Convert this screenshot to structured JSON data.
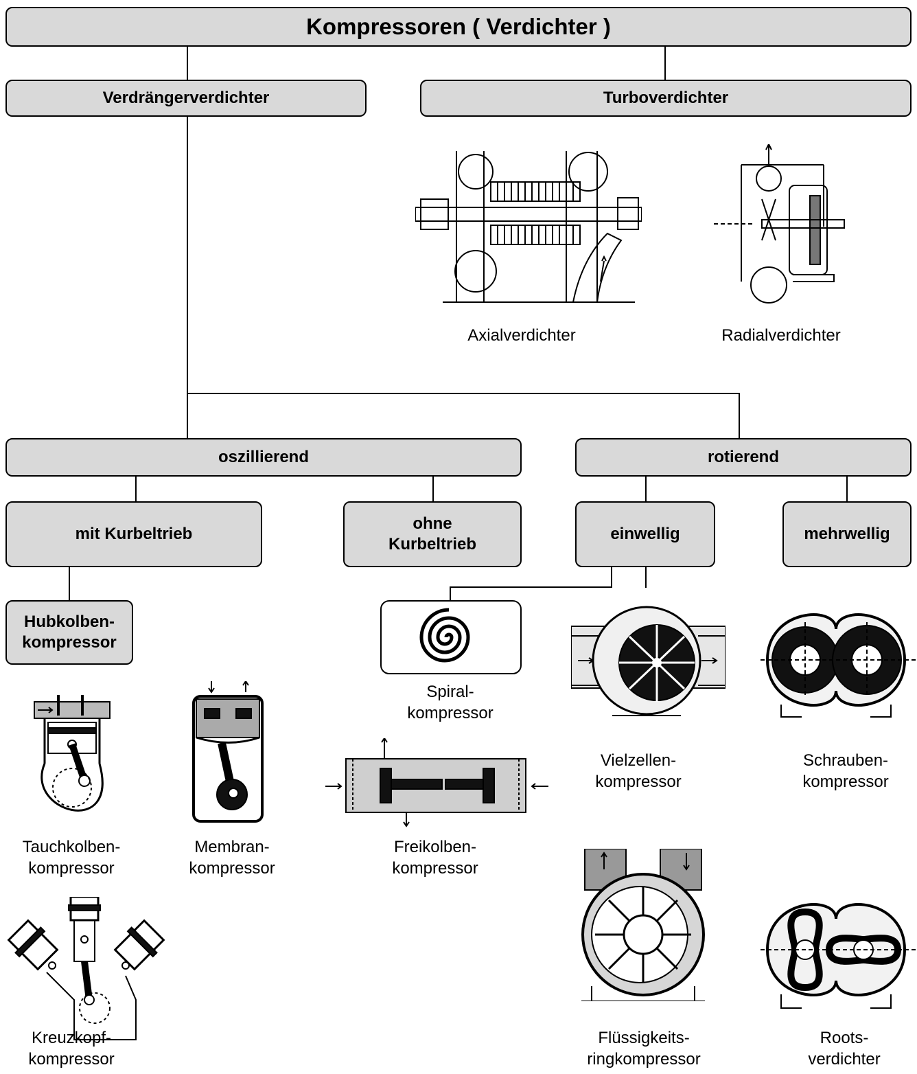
{
  "title": "Kompressoren  ( Verdichter )",
  "nodes": {
    "verdraenger": "Verdrängerverdichter",
    "turbo": "Turboverdichter",
    "oszillierend": "oszillierend",
    "rotierend": "rotierend",
    "mit_kurbeltrieb": "mit Kurbeltrieb",
    "ohne_kurbeltrieb": "ohne\nKurbeltrieb",
    "einwellig": "einwellig",
    "mehrwellig": "mehrwellig",
    "hubkolben": "Hubkolben-\nkompressor"
  },
  "captions": {
    "axial": "Axialverdichter",
    "radial": "Radialverdichter",
    "spiral": "Spiral-\nkompressor",
    "vielzellen": "Vielzellen-\nkompressor",
    "schrauben": "Schrauben-\nkompressor",
    "tauchkolben": "Tauchkolben-\nkompressor",
    "membran": "Membran-\nkompressor",
    "freikolben": "Freikolben-\nkompressor",
    "kreuzkopf": "Kreuzkopf-\nkompressor",
    "fluessigkeitsring": "Flüssigkeits-\nringkompressor",
    "roots": "Roots-\nverdichter"
  }
}
